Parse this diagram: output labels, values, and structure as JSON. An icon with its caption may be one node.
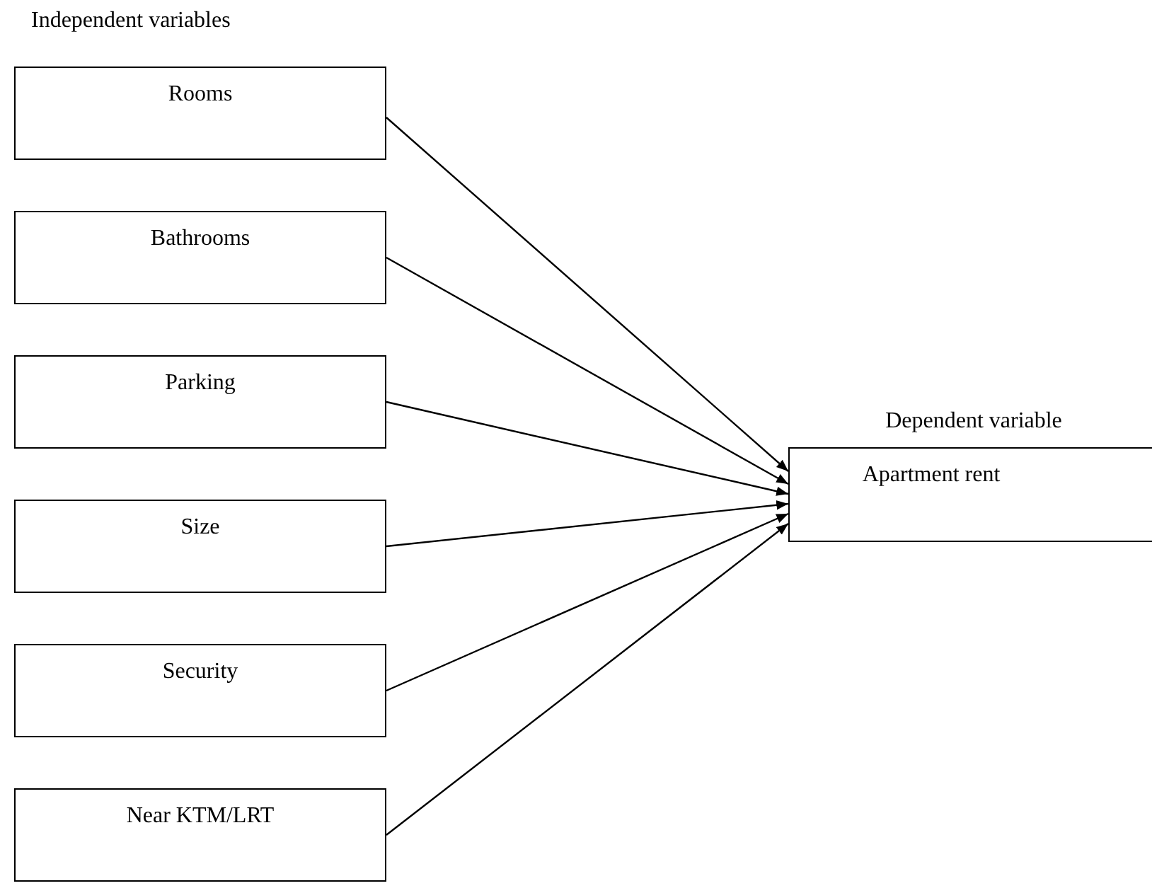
{
  "diagram": {
    "nodes": [
      {
        "text": [
          "Rooms"
        ]
      },
      {
        "text": [
          "Bathrooms"
        ]
      },
      {
        "text": [
          "Parking"
        ]
      },
      {
        "text": [
          "Size"
        ]
      },
      {
        "text": [
          "Security"
        ]
      },
      {
        "text": [
          "Near KTM/LRT"
        ]
      },
      {
        "text": [
          "Dependent variable",
          "Apartment rent"
        ]
      }
    ],
    "edges": [
      {
        "from": 0,
        "to": 6,
        "arrow": "to"
      },
      {
        "from": 1,
        "to": 6,
        "arrow": "to"
      },
      {
        "from": 2,
        "to": 6,
        "arrow": "to"
      },
      {
        "from": 3,
        "to": 6,
        "arrow": "to"
      },
      {
        "from": 4,
        "to": 6,
        "arrow": "to"
      },
      {
        "from": 5,
        "to": 6,
        "arrow": "to"
      }
    ],
    "labels": [
      "Independent variables"
    ]
  }
}
